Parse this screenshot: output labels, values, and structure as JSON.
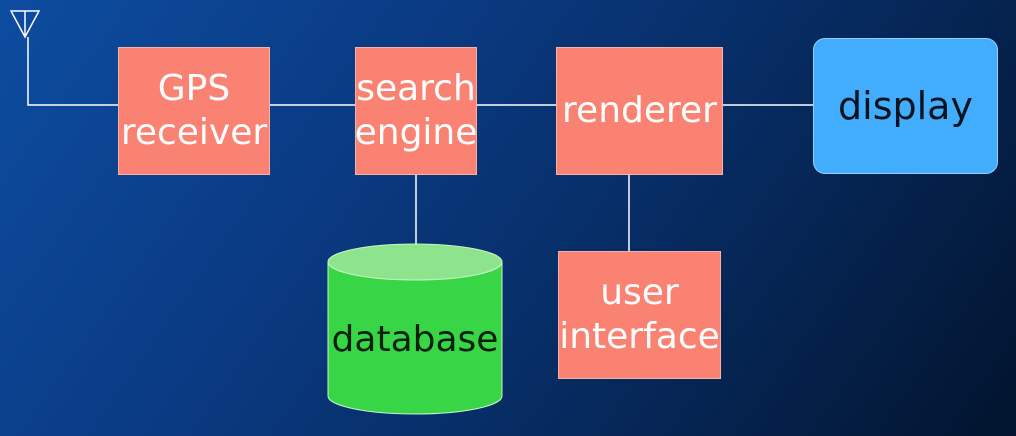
{
  "nodes": {
    "gps": {
      "line1": "GPS",
      "line2": "receiver"
    },
    "search": {
      "line1": "search",
      "line2": "engine"
    },
    "renderer": {
      "label": "renderer"
    },
    "display": {
      "label": "display"
    },
    "database": {
      "label": "database"
    },
    "ui": {
      "line1": "user",
      "line2": "interface"
    }
  },
  "colors": {
    "component_fill": "#fa8272",
    "display_fill": "#42adfd",
    "database_fill": "#38d646",
    "database_top": "#8de48c",
    "line": "#ffffff"
  }
}
